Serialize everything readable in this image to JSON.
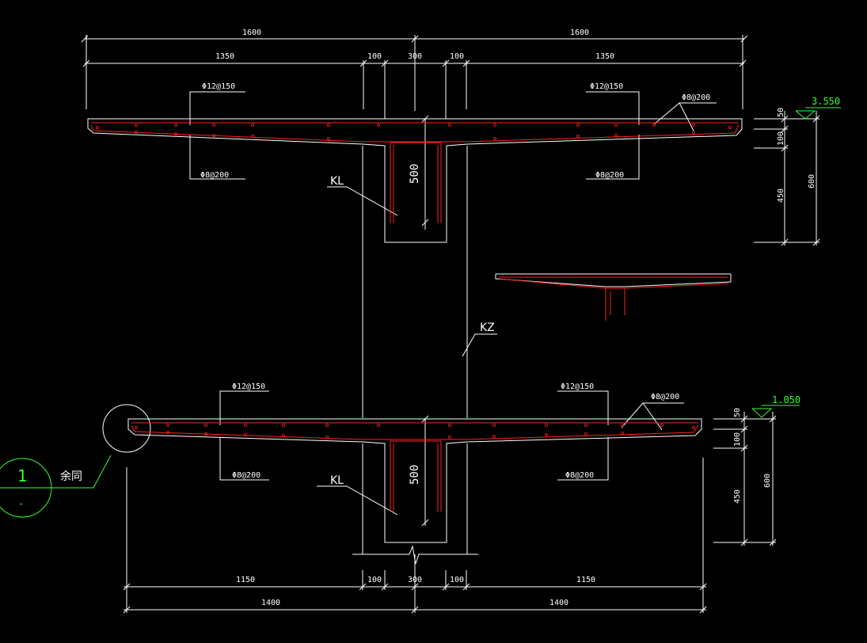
{
  "colors": {
    "background": "#000000",
    "lines": "#ffffff",
    "rebar": "#ff2020",
    "level": "#33ff33"
  },
  "top_section": {
    "dim_overall_left": "1600",
    "dim_overall_right": "1600",
    "dim_cantilever_left": "1350",
    "dim_haunch_left": "100",
    "dim_beam_width": "300",
    "dim_haunch_right": "100",
    "dim_cantilever_right": "1350",
    "rebar_top_left": "Φ12@150",
    "rebar_top_right": "Φ12@150",
    "rebar_end": "Φ8@200",
    "rebar_bottom_left": "Φ8@200",
    "rebar_bottom_right": "Φ8@200",
    "beam_label": "KL",
    "beam_depth": "500",
    "level": "3.550",
    "dim_slab": "50",
    "dim_haunch_depth": "100",
    "dim_web": "450",
    "dim_total_depth": "600"
  },
  "column_label": "KZ",
  "bottom_section": {
    "rebar_top_left": "Φ12@150",
    "rebar_top_right": "Φ12@150",
    "rebar_end": "Φ8@200",
    "rebar_bottom_left": "Φ8@200",
    "rebar_bottom_right": "Φ8@200",
    "beam_label": "KL",
    "beam_depth": "500",
    "level": "1.050",
    "dim_slab": "50",
    "dim_haunch_depth": "100",
    "dim_web": "450",
    "dim_total_depth": "600",
    "dim_cantilever_left": "1150",
    "dim_haunch_left": "100",
    "dim_beam_width": "300",
    "dim_haunch_right": "100",
    "dim_cantilever_right": "1150",
    "dim_overall_left": "1400",
    "dim_overall_right": "1400"
  },
  "detail_callout": {
    "number": "1",
    "sheet": "-",
    "note": "余同"
  }
}
